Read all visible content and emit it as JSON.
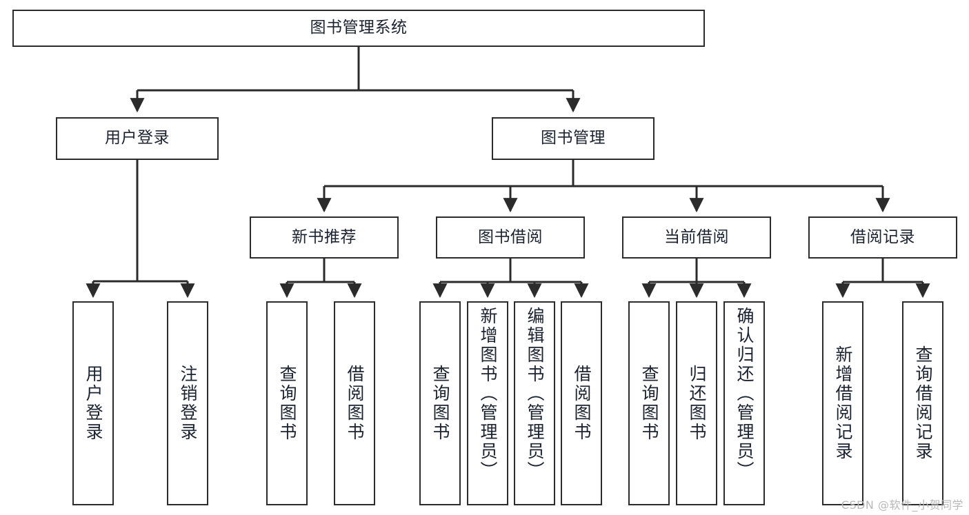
{
  "diagram": {
    "title": "图书管理系统",
    "type": "tree-hierarchy",
    "stroke_color": "#2b2b2b",
    "text_color": "#1b2330",
    "background_color": "#ffffff"
  },
  "watermark": {
    "text": "CSDN @软件_小贺同学",
    "color": "#b8b8b8"
  },
  "nodes": {
    "root": {
      "label": "图书管理系统"
    },
    "level2": [
      {
        "label": "用户登录"
      },
      {
        "label": "图书管理"
      }
    ],
    "level3": [
      {
        "label": "新书推荐"
      },
      {
        "label": "图书借阅"
      },
      {
        "label": "当前借阅"
      },
      {
        "label": "借阅记录"
      }
    ],
    "leaves": {
      "user_login": [
        {
          "label": "用户登录"
        },
        {
          "label": "注销登录"
        }
      ],
      "new_book": [
        {
          "label": "查询图书"
        },
        {
          "label": "借阅图书"
        }
      ],
      "book_borrow": [
        {
          "label": "查询图书"
        },
        {
          "label": "新增图书（管理员）"
        },
        {
          "label": "编辑图书（管理员）"
        },
        {
          "label": "借阅图书"
        }
      ],
      "current_borrow": [
        {
          "label": "查询图书"
        },
        {
          "label": "归还图书"
        },
        {
          "label": "确认归还（管理员）"
        }
      ],
      "borrow_record": [
        {
          "label": "新增借阅记录"
        },
        {
          "label": "查询借阅记录"
        }
      ]
    }
  }
}
